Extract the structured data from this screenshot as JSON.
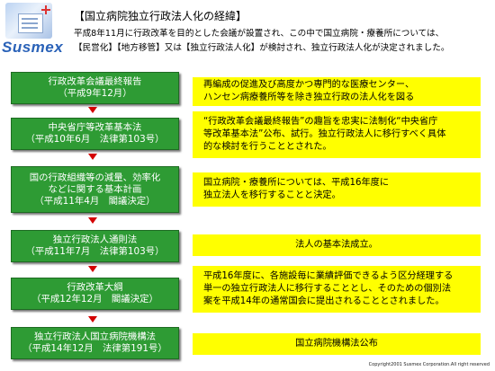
{
  "logo": {
    "text": "Susmex"
  },
  "title": "【国立病院独立行政法人化の経緯】",
  "intro": [
    "平成8年11月に行政改革を目的とした会議が設置され、この中で国立病院・療養所については、",
    "【民営化】【地方移管】又は【独立行政法人化】が検討され、独立行政法人化が決定されました。"
  ],
  "steps": [
    {
      "box": [
        "行政改革会議最終報告",
        "（平成9年12月）"
      ],
      "note": [
        "再編成の促進及び高度かつ専門的な医療センター、",
        "ハンセン病療養所等を除き独立行政の法人化を図る"
      ]
    },
    {
      "box": [
        "中央省庁等改革基本法",
        "（平成10年6月　法律第103号）"
      ],
      "note": [
        "“行政改革会議最終報告”の趣旨を忠実に法制化“中央省庁",
        "等改革基本法”公布、試行。独立行政法人に移行すべく具体",
        "的な検討を行うこととされた。"
      ]
    },
    {
      "box": [
        "国の行政組織等の減量、効率化",
        "などに関する基本計画",
        "（平成11年4月　閣議決定）"
      ],
      "note": [
        "国立病院・療養所については、平成16年度に",
        "独立法人を移行することと決定。"
      ]
    },
    {
      "box": [
        "独立行政法人通則法",
        "（平成11年7月　法律第103号）"
      ],
      "note": [
        "法人の基本法成立。"
      ]
    },
    {
      "box": [
        "行政改革大綱",
        "（平成12年12月　閣議決定）"
      ],
      "note": [
        "平成16年度に、各施設毎に業績評価できるよう区分経理する",
        "単一の独立行政法人に移行することとし、そのための個別法",
        "案を平成14年の通常国会に提出されることとされました。"
      ]
    },
    {
      "box": [
        "独立行政法人国立病院機構法",
        "（平成14年12月　法律第191号）"
      ],
      "note": [
        "国立病院機構法公布"
      ]
    }
  ],
  "copyright": "Copyright2001 Susmex Corporation.All right reserved",
  "colors": {
    "step_box": "#2e9b34",
    "note_box": "#ffff00",
    "arrow": "#d40000"
  }
}
